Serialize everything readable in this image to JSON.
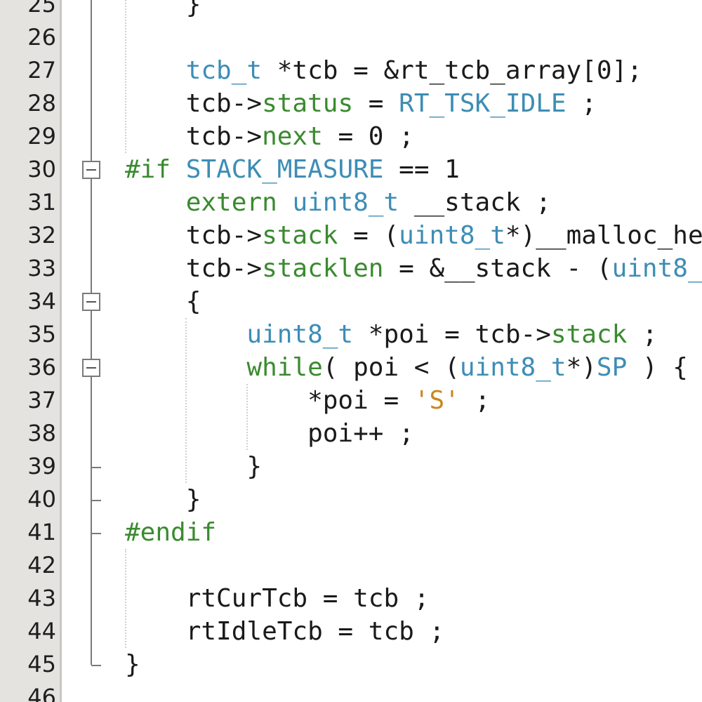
{
  "editor": {
    "colors": {
      "type": "#3d8db5",
      "keyword": "#3a8a2f",
      "string": "#c8881e",
      "text": "#1a1a1a",
      "gutter": "#e4e3df"
    },
    "lines": [
      {
        "num": "25",
        "tokens": [
          {
            "t": "    }",
            "c": ""
          }
        ]
      },
      {
        "num": "26",
        "tokens": []
      },
      {
        "num": "27",
        "tokens": [
          {
            "t": "    ",
            "c": ""
          },
          {
            "t": "tcb_t",
            "c": "tok-type"
          },
          {
            "t": " *tcb = &rt_tcb_array[0];",
            "c": ""
          }
        ]
      },
      {
        "num": "28",
        "tokens": [
          {
            "t": "    tcb->",
            "c": ""
          },
          {
            "t": "status",
            "c": "tok-member"
          },
          {
            "t": " = ",
            "c": ""
          },
          {
            "t": "RT_TSK_IDLE",
            "c": "tok-const"
          },
          {
            "t": " ;",
            "c": ""
          }
        ]
      },
      {
        "num": "29",
        "tokens": [
          {
            "t": "    tcb->",
            "c": ""
          },
          {
            "t": "next",
            "c": "tok-member"
          },
          {
            "t": " = 0 ;",
            "c": ""
          }
        ]
      },
      {
        "num": "30",
        "tokens": [
          {
            "t": "#if",
            "c": "tok-pp"
          },
          {
            "t": " ",
            "c": ""
          },
          {
            "t": "STACK_MEASURE",
            "c": "tok-const"
          },
          {
            "t": " == 1",
            "c": ""
          }
        ]
      },
      {
        "num": "31",
        "tokens": [
          {
            "t": "    ",
            "c": ""
          },
          {
            "t": "extern",
            "c": "tok-kw"
          },
          {
            "t": " ",
            "c": ""
          },
          {
            "t": "uint8_t",
            "c": "tok-type"
          },
          {
            "t": " __stack ;",
            "c": ""
          }
        ]
      },
      {
        "num": "32",
        "tokens": [
          {
            "t": "    tcb->",
            "c": ""
          },
          {
            "t": "stack",
            "c": "tok-member"
          },
          {
            "t": " = (",
            "c": ""
          },
          {
            "t": "uint8_t",
            "c": "tok-type"
          },
          {
            "t": "*)__malloc_he",
            "c": ""
          }
        ]
      },
      {
        "num": "33",
        "tokens": [
          {
            "t": "    tcb->",
            "c": ""
          },
          {
            "t": "stacklen",
            "c": "tok-member"
          },
          {
            "t": " = &__stack - (",
            "c": ""
          },
          {
            "t": "uint8_",
            "c": "tok-type"
          }
        ]
      },
      {
        "num": "34",
        "tokens": [
          {
            "t": "    {",
            "c": ""
          }
        ]
      },
      {
        "num": "35",
        "tokens": [
          {
            "t": "        ",
            "c": ""
          },
          {
            "t": "uint8_t",
            "c": "tok-type"
          },
          {
            "t": " *poi = tcb->",
            "c": ""
          },
          {
            "t": "stack",
            "c": "tok-member"
          },
          {
            "t": " ;",
            "c": ""
          }
        ]
      },
      {
        "num": "36",
        "tokens": [
          {
            "t": "        ",
            "c": ""
          },
          {
            "t": "while",
            "c": "tok-kw"
          },
          {
            "t": "( poi < (",
            "c": ""
          },
          {
            "t": "uint8_t",
            "c": "tok-type"
          },
          {
            "t": "*)",
            "c": ""
          },
          {
            "t": "SP",
            "c": "tok-const"
          },
          {
            "t": " ) {",
            "c": ""
          }
        ]
      },
      {
        "num": "37",
        "tokens": [
          {
            "t": "            *poi = ",
            "c": ""
          },
          {
            "t": "'S'",
            "c": "tok-str"
          },
          {
            "t": " ;",
            "c": ""
          }
        ]
      },
      {
        "num": "38",
        "tokens": [
          {
            "t": "            poi++ ;",
            "c": ""
          }
        ]
      },
      {
        "num": "39",
        "tokens": [
          {
            "t": "        }",
            "c": ""
          }
        ]
      },
      {
        "num": "40",
        "tokens": [
          {
            "t": "    }",
            "c": ""
          }
        ]
      },
      {
        "num": "41",
        "tokens": [
          {
            "t": "#endif",
            "c": "tok-pp"
          }
        ]
      },
      {
        "num": "42",
        "tokens": []
      },
      {
        "num": "43",
        "tokens": [
          {
            "t": "    rtCurTcb = tcb ;",
            "c": ""
          }
        ]
      },
      {
        "num": "44",
        "tokens": [
          {
            "t": "    rtIdleTcb = tcb ;",
            "c": ""
          }
        ]
      },
      {
        "num": "45",
        "tokens": [
          {
            "t": "}",
            "c": ""
          }
        ]
      },
      {
        "num": "46",
        "tokens": []
      }
    ],
    "fold_markers": [
      {
        "line": "30",
        "state": "expanded"
      },
      {
        "line": "34",
        "state": "expanded"
      },
      {
        "line": "36",
        "state": "expanded"
      }
    ]
  }
}
